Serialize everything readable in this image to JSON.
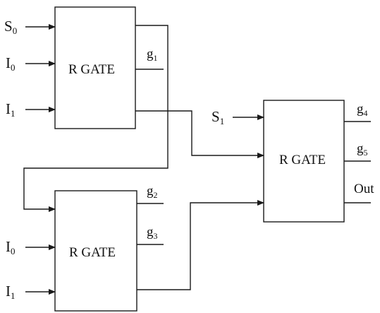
{
  "gates": {
    "gate1": {
      "label": "R GATE"
    },
    "gate2": {
      "label": "R GATE"
    },
    "gate3": {
      "label": "R GATE"
    }
  },
  "inputs": {
    "s0": {
      "base": "S",
      "sub": "0"
    },
    "i0_top": {
      "base": "I",
      "sub": "0"
    },
    "i1_top": {
      "base": "I",
      "sub": "1"
    },
    "s1": {
      "base": "S",
      "sub": "1"
    },
    "i0_bottom": {
      "base": "I",
      "sub": "0"
    },
    "i1_bottom": {
      "base": "I",
      "sub": "1"
    }
  },
  "outputs": {
    "g1": {
      "base": "g",
      "sub": "1"
    },
    "g2": {
      "base": "g",
      "sub": "2"
    },
    "g3": {
      "base": "g",
      "sub": "3"
    },
    "g4": {
      "base": "g",
      "sub": "4"
    },
    "g5": {
      "base": "g",
      "sub": "5"
    },
    "out": {
      "label": "Out"
    }
  },
  "colors": {
    "line": "#1a1a1a",
    "background": "#ffffff"
  }
}
